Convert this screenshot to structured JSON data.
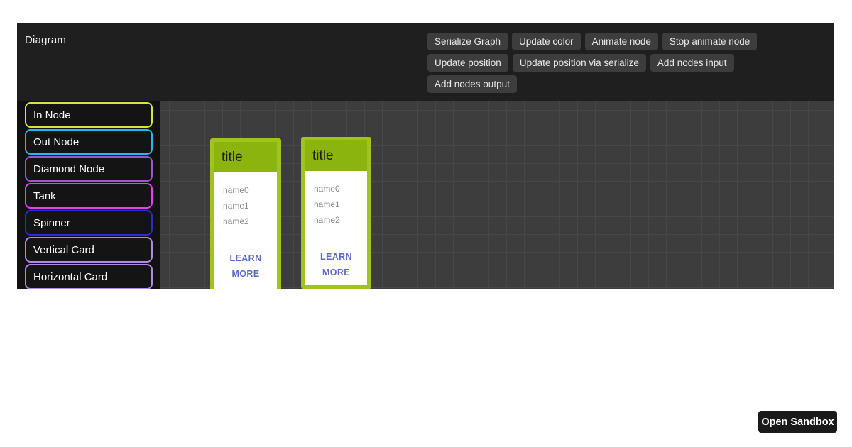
{
  "app": {
    "title": "Diagram",
    "toolbar": {
      "rows": [
        [
          "Serialize Graph",
          "Update color",
          "Animate node",
          "Stop animate node"
        ],
        [
          "Update position",
          "Update position via serialize",
          "Add nodes input"
        ],
        [
          "Add nodes output"
        ]
      ]
    },
    "sidebar": {
      "items": [
        {
          "label": "In Node",
          "border": "#d9e43a"
        },
        {
          "label": "Out Node",
          "border": "#29b6f6"
        },
        {
          "label": "Diamond Node",
          "border": "#9b59d0"
        },
        {
          "label": "Tank",
          "border": "#e53ff0"
        },
        {
          "label": "Spinner",
          "border": "#2b2bd5"
        },
        {
          "label": "Vertical Card",
          "border": "#b08ae6"
        },
        {
          "label": "Horizontal Card",
          "border": "#b08ae6"
        }
      ]
    },
    "canvas": {
      "nodes": [
        {
          "title": "title",
          "fields": [
            "name0",
            "name1",
            "name2"
          ],
          "action": "LEARN MORE"
        },
        {
          "title": "title",
          "fields": [
            "name0",
            "name1",
            "name2"
          ],
          "action": "LEARN MORE"
        }
      ],
      "colors": {
        "node_frame_green": "#9fc41f",
        "node_header_green": "#8cb40e",
        "action_link_blue": "#5c6bc0",
        "grid_background": "#3d3d3d",
        "grid_line": "#474747"
      }
    }
  },
  "footer": {
    "open_sandbox": "Open Sandbox"
  }
}
